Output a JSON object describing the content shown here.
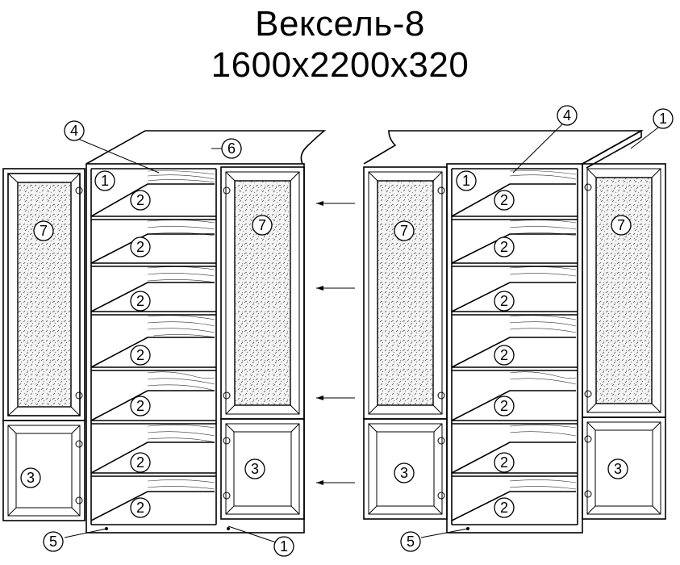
{
  "title": "Вексель-8",
  "subtitle": "1600x2200x320",
  "callout_labels": {
    "side_panel": "1",
    "shelf": "2",
    "lower_door": "3",
    "back_panel": "4",
    "plinth": "5",
    "top_panel": "6",
    "glass_door": "7"
  }
}
